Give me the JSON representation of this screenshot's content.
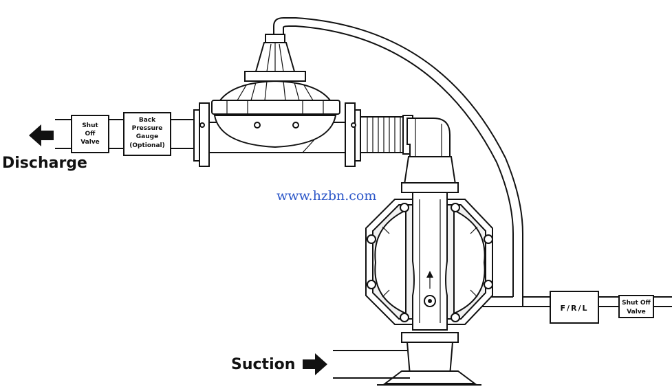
{
  "labels": {
    "discharge": "Discharge",
    "suction": "Suction",
    "shutoff_left": [
      "Shut",
      "Off",
      "Valve"
    ],
    "back_pressure": [
      "Back",
      "Pressure",
      "Gauge",
      "(Optional)"
    ],
    "frl": "F/R/L",
    "shutoff_right": [
      "Shut Off",
      "Valve"
    ],
    "watermark": "www.hzbn.com"
  },
  "colors": {
    "line": "#111111",
    "watermark": "#2b56c8"
  },
  "icons": {
    "discharge_arrow": "arrow-left-icon",
    "suction_arrow": "arrow-right-icon",
    "flow_arrow": "arrow-up-icon"
  }
}
